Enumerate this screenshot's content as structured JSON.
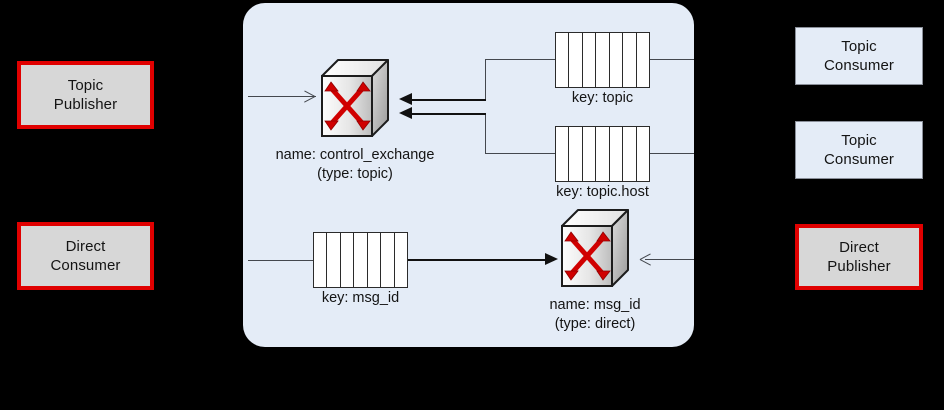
{
  "diagram": {
    "title": "AMQP message broker routing diagram",
    "panel_label": "message-broker"
  },
  "colors": {
    "panel_fill": "#e4ecf7",
    "publisher_border": "#e00000",
    "publisher_fill": "#d7d7d7",
    "consumer_fill": "#e4ecf7",
    "consumer_border": "#8a8f99",
    "line": "#44484e",
    "exchange_arrow": "#d00000",
    "background": "#000000"
  },
  "actors": {
    "topic_publisher": {
      "line1": "Topic",
      "line2": "Publisher",
      "role": "publisher"
    },
    "direct_consumer": {
      "line1": "Direct",
      "line2": "Consumer",
      "role": "publisher-styled"
    },
    "topic_consumer_1": {
      "line1": "Topic",
      "line2": "Consumer",
      "role": "consumer"
    },
    "topic_consumer_2": {
      "line1": "Topic",
      "line2": "Consumer",
      "role": "consumer"
    },
    "direct_publisher": {
      "line1": "Direct",
      "line2": "Publisher",
      "role": "publisher"
    }
  },
  "exchanges": [
    {
      "id": "control_exchange",
      "name_line": "name: control_exchange",
      "type_line": "(type: topic)",
      "icon": "exchange-cube-icon"
    },
    {
      "id": "msg_id",
      "name_line": "name: msg_id",
      "type_line": "(type: direct)",
      "icon": "exchange-cube-icon"
    }
  ],
  "queues": [
    {
      "id": "queue_topic",
      "label": "key: topic",
      "cells": 7,
      "icon": "queue-icon"
    },
    {
      "id": "queue_topic_host",
      "label": "key: topic.host",
      "cells": 7,
      "icon": "queue-icon"
    },
    {
      "id": "queue_msg_id",
      "label": "key: msg_id",
      "cells": 7,
      "icon": "queue-icon"
    }
  ]
}
